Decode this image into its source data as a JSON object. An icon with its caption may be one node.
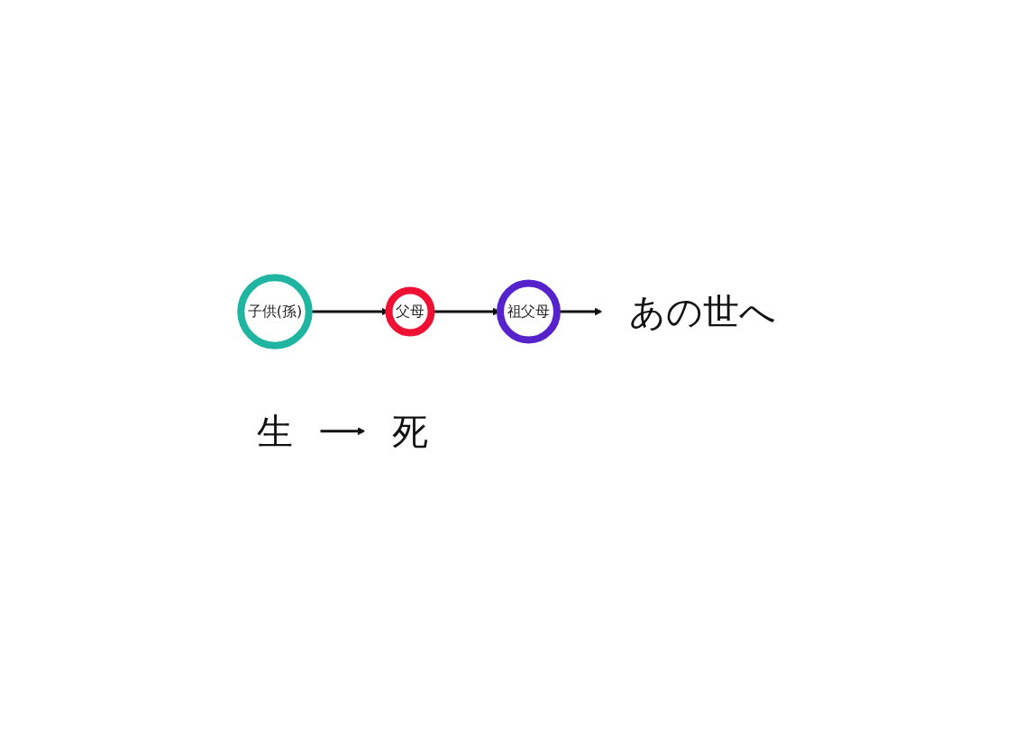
{
  "diagram": {
    "nodes": [
      {
        "text": [
          "生"
        ]
      },
      {
        "text": [
          "子供(孫)"
        ]
      },
      {
        "text": [
          "父母"
        ]
      },
      {
        "text": [
          "祖父母"
        ]
      },
      {
        "text": [
          "死"
        ]
      },
      {
        "text": [
          "あの世へ"
        ]
      }
    ],
    "edges": [
      {
        "from": 0,
        "to": 4,
        "arrow": "to"
      },
      {
        "from": 1,
        "to": 2,
        "arrow": "to"
      },
      {
        "from": 2,
        "to": 3,
        "arrow": "to"
      },
      {
        "from": 3,
        "to": 5,
        "arrow": "to"
      }
    ]
  }
}
